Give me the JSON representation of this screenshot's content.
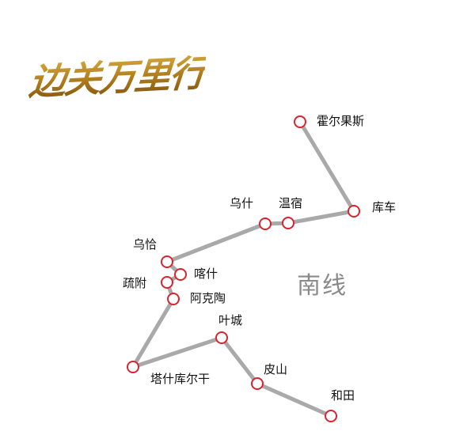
{
  "title": "边关万里行",
  "region_label": "南线",
  "colors": {
    "line": "#a9a9a9",
    "node_stroke": "#d9232e",
    "node_fill": "#ffffff",
    "logo": "#b8841e"
  },
  "route": [
    {
      "name": "霍尔果斯"
    },
    {
      "name": "库车"
    },
    {
      "name": "温宿"
    },
    {
      "name": "乌什"
    },
    {
      "name": "乌恰"
    },
    {
      "name": "喀什"
    },
    {
      "name": "疏附"
    },
    {
      "name": "阿克陶"
    },
    {
      "name": "塔什库尔干"
    },
    {
      "name": "叶城"
    },
    {
      "name": "皮山"
    },
    {
      "name": "和田"
    }
  ]
}
